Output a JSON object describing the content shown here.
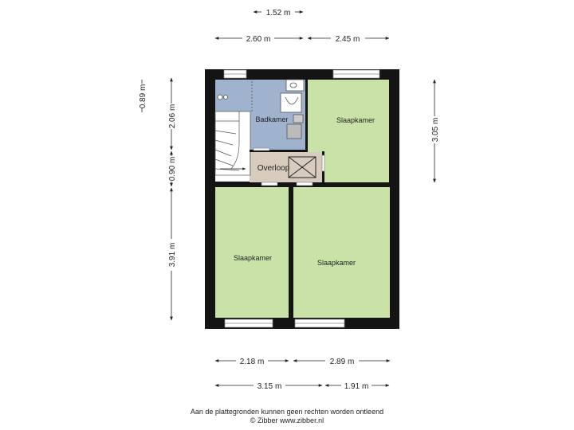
{
  "dimensions": {
    "top_width": "1.52 m",
    "top_left": "2.60 m",
    "top_right": "2.45 m",
    "left_1": "0.89 m",
    "left_2": "2.06 m",
    "left_3": "0.90 m",
    "left_4": "3.91 m",
    "right_1": "3.05 m",
    "bottom_1_left": "2.18 m",
    "bottom_1_right": "2.89 m",
    "bottom_2_left": "3.15 m",
    "bottom_2_right": "1.91 m"
  },
  "rooms": {
    "badkamer": "Badkamer",
    "slaapkamer_top_right": "Slaapkamer",
    "overloop": "Overloop",
    "slaapkamer_bottom_left": "Slaapkamer",
    "slaapkamer_bottom_right": "Slaapkamer"
  },
  "colors": {
    "wall": "#141414",
    "bedroom": "#c9e2a8",
    "bathroom": "#9fb3cf",
    "hallway": "#d7ccbd",
    "stairs": "#ffffff"
  },
  "footer": {
    "line1": "Aan de plattegronden kunnen geen rechten worden ontleend",
    "line2": "© Zibber www.zibber.nl"
  }
}
